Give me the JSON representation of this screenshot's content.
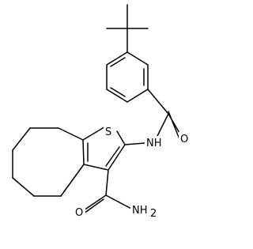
{
  "atoms": {
    "sulfur": "S",
    "oxygen_amide": "O",
    "nitrogen_nh": "NH",
    "oxygen_carboxamide": "O",
    "nitrogen_nh2": "NH",
    "nh2_subscript": "2"
  }
}
